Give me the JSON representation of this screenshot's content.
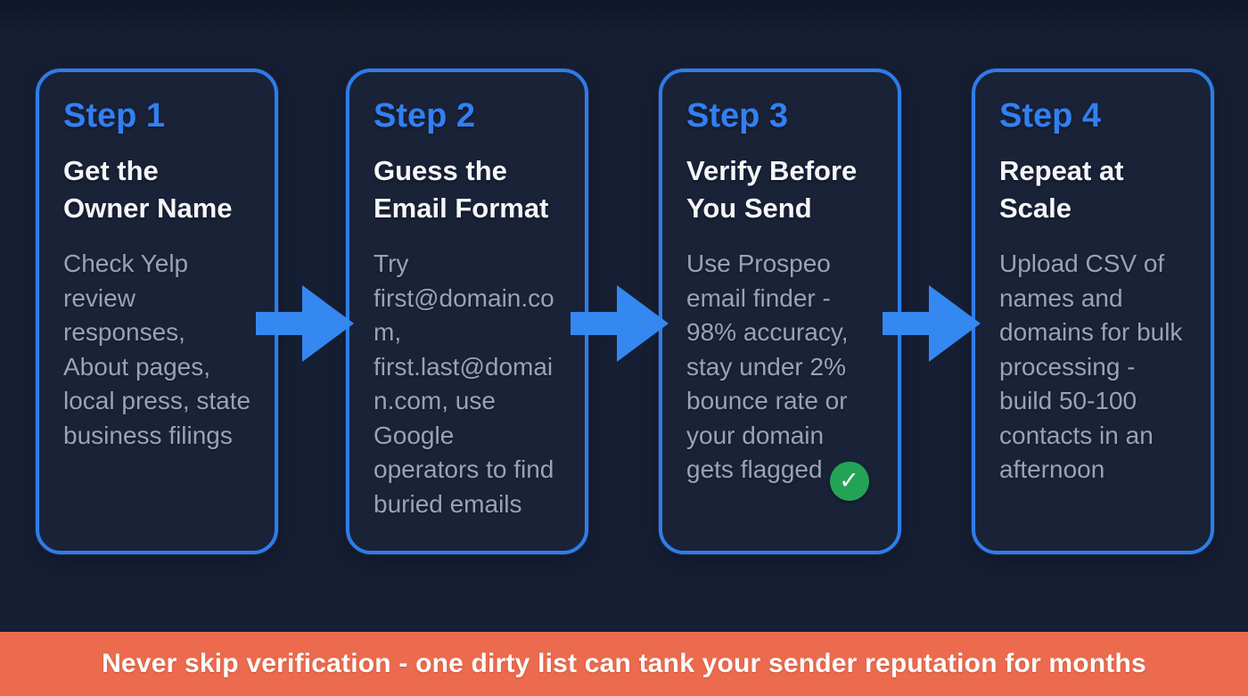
{
  "steps": [
    {
      "step": "Step 1",
      "title": "Get the\nOwner Name",
      "body": "Check Yelp review responses, About pages, local press, state business filings"
    },
    {
      "step": "Step 2",
      "title": "Guess the\nEmail Format",
      "body": "Try first@domain.com, first.last@domain.com, use Google operators to find buried emails"
    },
    {
      "step": "Step 3",
      "title": "Verify Before\nYou Send",
      "body": "Use Prospeo email finder - 98% accuracy, stay under 2% bounce rate or your domain gets flagged",
      "badge": "verified-check"
    },
    {
      "step": "Step 4",
      "title": "Repeat at\nScale",
      "body": "Upload CSV of names and domains for bulk processing - build 50-100 contacts in an afternoon"
    }
  ],
  "banner": {
    "text": "Never skip verification - one dirty list can tank your sender reputation for months"
  },
  "icons": {
    "verified_check": "✓"
  },
  "colors": {
    "background": "#161e33",
    "card-bg": "#1a2238",
    "card-border": "#2e7de9",
    "accent-blue": "#3180f2",
    "arrow-blue": "#3488f0",
    "heading-white": "#f4f6f8",
    "body-gray": "#9aa3b4",
    "banner-orange": "#ec6a4d",
    "banner-text": "#fcfcfc",
    "check-green": "#23a455"
  }
}
